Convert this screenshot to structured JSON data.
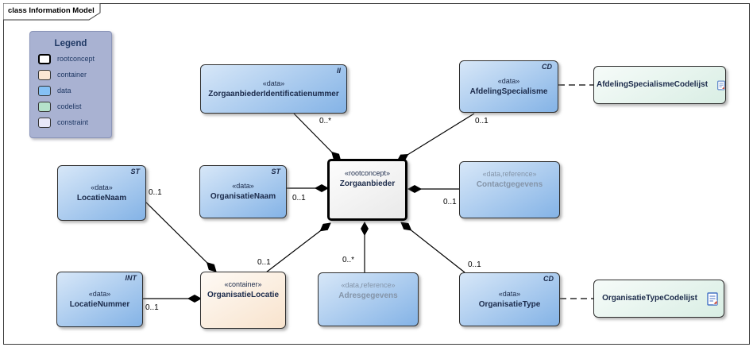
{
  "frame": {
    "label": "class Information Model"
  },
  "legend": {
    "title": "Legend",
    "items": [
      {
        "label": "rootconcept",
        "color": "#ffffff"
      },
      {
        "label": "container",
        "color": "#fbe7d4"
      },
      {
        "label": "data",
        "color": "#85c1f5"
      },
      {
        "label": "codelist",
        "color": "#b5e2cb"
      },
      {
        "label": "constraint",
        "color": "#e8e8f8"
      }
    ]
  },
  "nodes": {
    "zid": {
      "stereotype": "«data»",
      "name": "ZorgaanbiederIdentificatienummer",
      "type": "II"
    },
    "afdeling": {
      "stereotype": "«data»",
      "name": "AfdelingSpecialisme",
      "type": "CD"
    },
    "afdcode": {
      "name": "AfdelingSpecialismeCodelijst"
    },
    "locnaam": {
      "stereotype": "«data»",
      "name": "LocatieNaam",
      "type": "ST"
    },
    "orgnaam": {
      "stereotype": "«data»",
      "name": "OrganisatieNaam",
      "type": "ST"
    },
    "zorg": {
      "stereotype": "«rootconcept»",
      "name": "Zorgaanbieder"
    },
    "contact": {
      "stereotype": "«data,reference»",
      "name": "Contactgegevens"
    },
    "locnummer": {
      "stereotype": "«data»",
      "name": "LocatieNummer",
      "type": "INT"
    },
    "orgloc": {
      "stereotype": "«container»",
      "name": "OrganisatieLocatie"
    },
    "adres": {
      "stereotype": "«data,reference»",
      "name": "Adresgegevens"
    },
    "orgtype": {
      "stereotype": "«data»",
      "name": "OrganisatieType",
      "type": "CD"
    },
    "orgtypecode": {
      "name": "OrganisatieTypeCodelijst"
    }
  },
  "relations": [
    {
      "from": "ZorgaanbiederIdentificatienummer",
      "to": "Zorgaanbieder",
      "multiplicity": "0..*",
      "type": "composition"
    },
    {
      "from": "AfdelingSpecialisme",
      "to": "Zorgaanbieder",
      "multiplicity": "0..1",
      "type": "composition"
    },
    {
      "from": "OrganisatieNaam",
      "to": "Zorgaanbieder",
      "multiplicity": "0..1",
      "type": "composition"
    },
    {
      "from": "Contactgegevens",
      "to": "Zorgaanbieder",
      "multiplicity": "0..1",
      "type": "composition"
    },
    {
      "from": "LocatieNaam",
      "to": "OrganisatieLocatie",
      "multiplicity": "0..1",
      "type": "composition"
    },
    {
      "from": "OrganisatieLocatie",
      "to": "Zorgaanbieder",
      "multiplicity": "0..1",
      "type": "composition"
    },
    {
      "from": "LocatieNummer",
      "to": "OrganisatieLocatie",
      "multiplicity": "0..1",
      "type": "composition"
    },
    {
      "from": "Adresgegevens",
      "to": "Zorgaanbieder",
      "multiplicity": "0..*",
      "type": "composition"
    },
    {
      "from": "OrganisatieType",
      "to": "Zorgaanbieder",
      "multiplicity": "0..1",
      "type": "composition"
    },
    {
      "from": "AfdelingSpecialisme",
      "to": "AfdelingSpecialismeCodelijst",
      "type": "dashed"
    },
    {
      "from": "OrganisatieType",
      "to": "OrganisatieTypeCodelijst",
      "type": "dashed"
    }
  ],
  "colors": {
    "data_fill_top": "#d7e7f8",
    "data_fill_bottom": "#84b3e6",
    "container_fill": "#f8e3cd",
    "codelist_fill": "#d9eee4",
    "legend_bg": "#a9b2d2",
    "text_dark": "#1b2a4a",
    "text_muted": "#8494a8",
    "line": "#000000"
  }
}
